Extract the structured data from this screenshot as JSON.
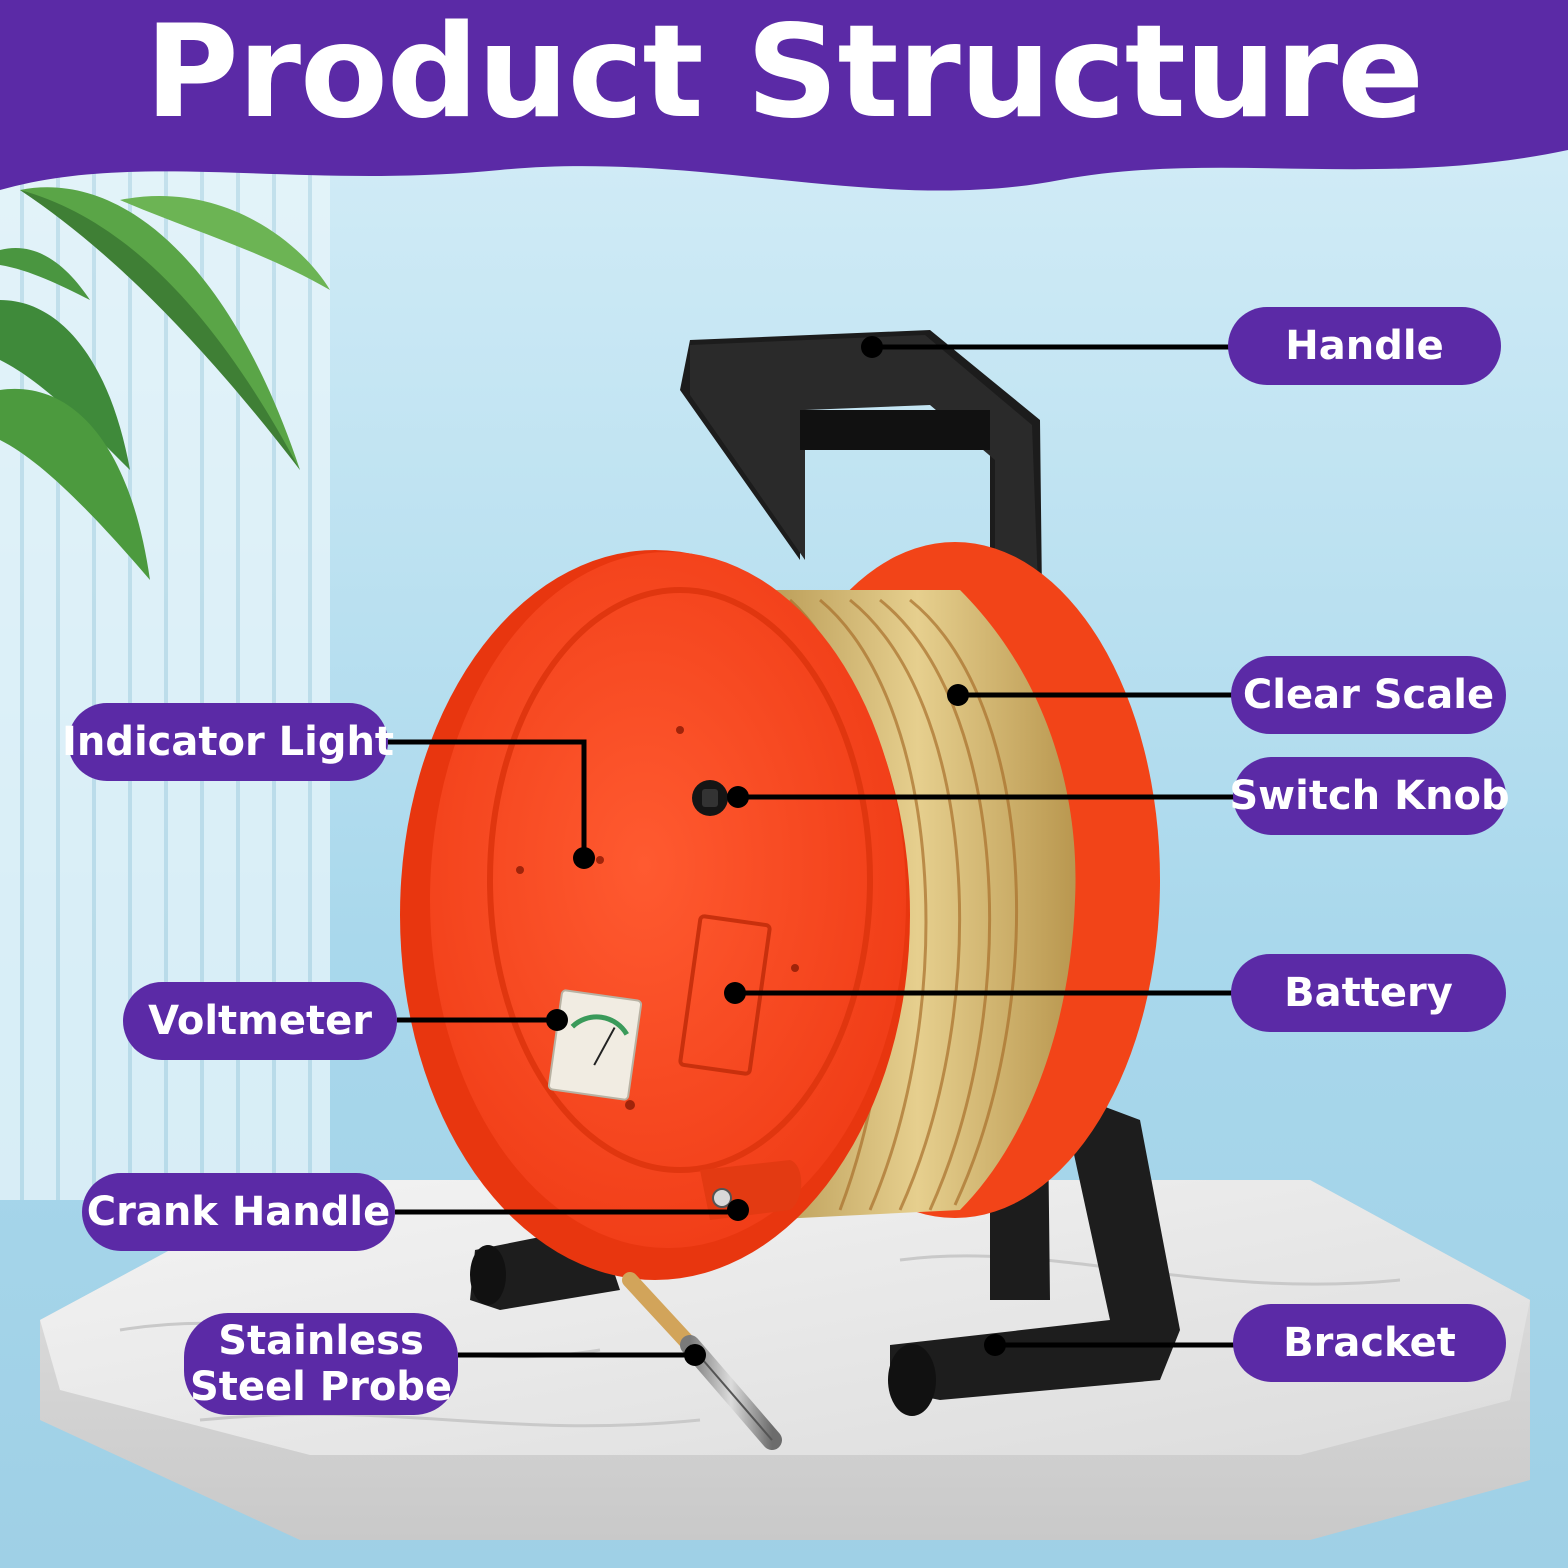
{
  "title": "Product Structure",
  "colors": {
    "banner": "#5b2aa6",
    "label_background": "#5b2aa6",
    "label_text": "#ffffff",
    "reel": "#ff4a24",
    "frame": "#1c1c1c",
    "tape": "#d9b866"
  },
  "labels": {
    "handle": "Handle",
    "clear_scale": "Clear Scale",
    "switch_knob": "Switch Knob",
    "battery": "Battery",
    "bracket": "Bracket",
    "indicator_light": "Indicator Light",
    "voltmeter": "Voltmeter",
    "crank_handle": "Crank Handle",
    "probe_line1": "Stainless",
    "probe_line2": "Steel Probe"
  }
}
